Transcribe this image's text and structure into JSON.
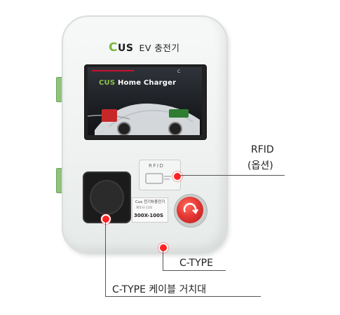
{
  "charger": {
    "logo_c": "C",
    "logo_us": "US",
    "title": "EV 충전기"
  },
  "screen": {
    "mini_text": "C",
    "title_c": "CUS",
    "title_rest": " Home Charger"
  },
  "rfid_pad": {
    "text": "RFID"
  },
  "sticker": {
    "line1": "Cus 전기차충전기",
    "line2": "제조사 CUS",
    "code": "300X-100S"
  },
  "callouts": {
    "rfid": "RFID",
    "rfid_sub": "(옵션)",
    "ctype": "C-TYPE",
    "holder": "C-TYPE 케이블 거치대"
  },
  "colors": {
    "brand_green": "#7cb342",
    "callout_red": "#ff2222",
    "emergency_red": "#e53935"
  },
  "icons": [
    "arrow-icon"
  ]
}
